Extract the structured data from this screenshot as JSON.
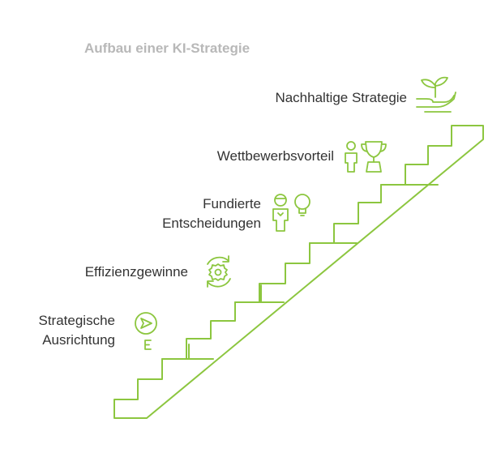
{
  "title": "Aufbau einer KI-Strategie",
  "colors": {
    "accent": "#8cc63f",
    "title": "#b8b8b8",
    "text": "#333333"
  },
  "steps": [
    {
      "lines": [
        "Strategische",
        "Ausrichtung"
      ],
      "icon": "compass-icon"
    },
    {
      "lines": [
        "Effizienzgewinne"
      ],
      "icon": "gear-cycle-icon"
    },
    {
      "lines": [
        "Fundierte",
        "Entscheidungen"
      ],
      "icon": "person-lightbulb-icon"
    },
    {
      "lines": [
        "Wettbewerbsvorteil"
      ],
      "icon": "person-trophy-icon"
    },
    {
      "lines": [
        "Nachhaltige Strategie"
      ],
      "icon": "hand-plant-icon"
    }
  ]
}
